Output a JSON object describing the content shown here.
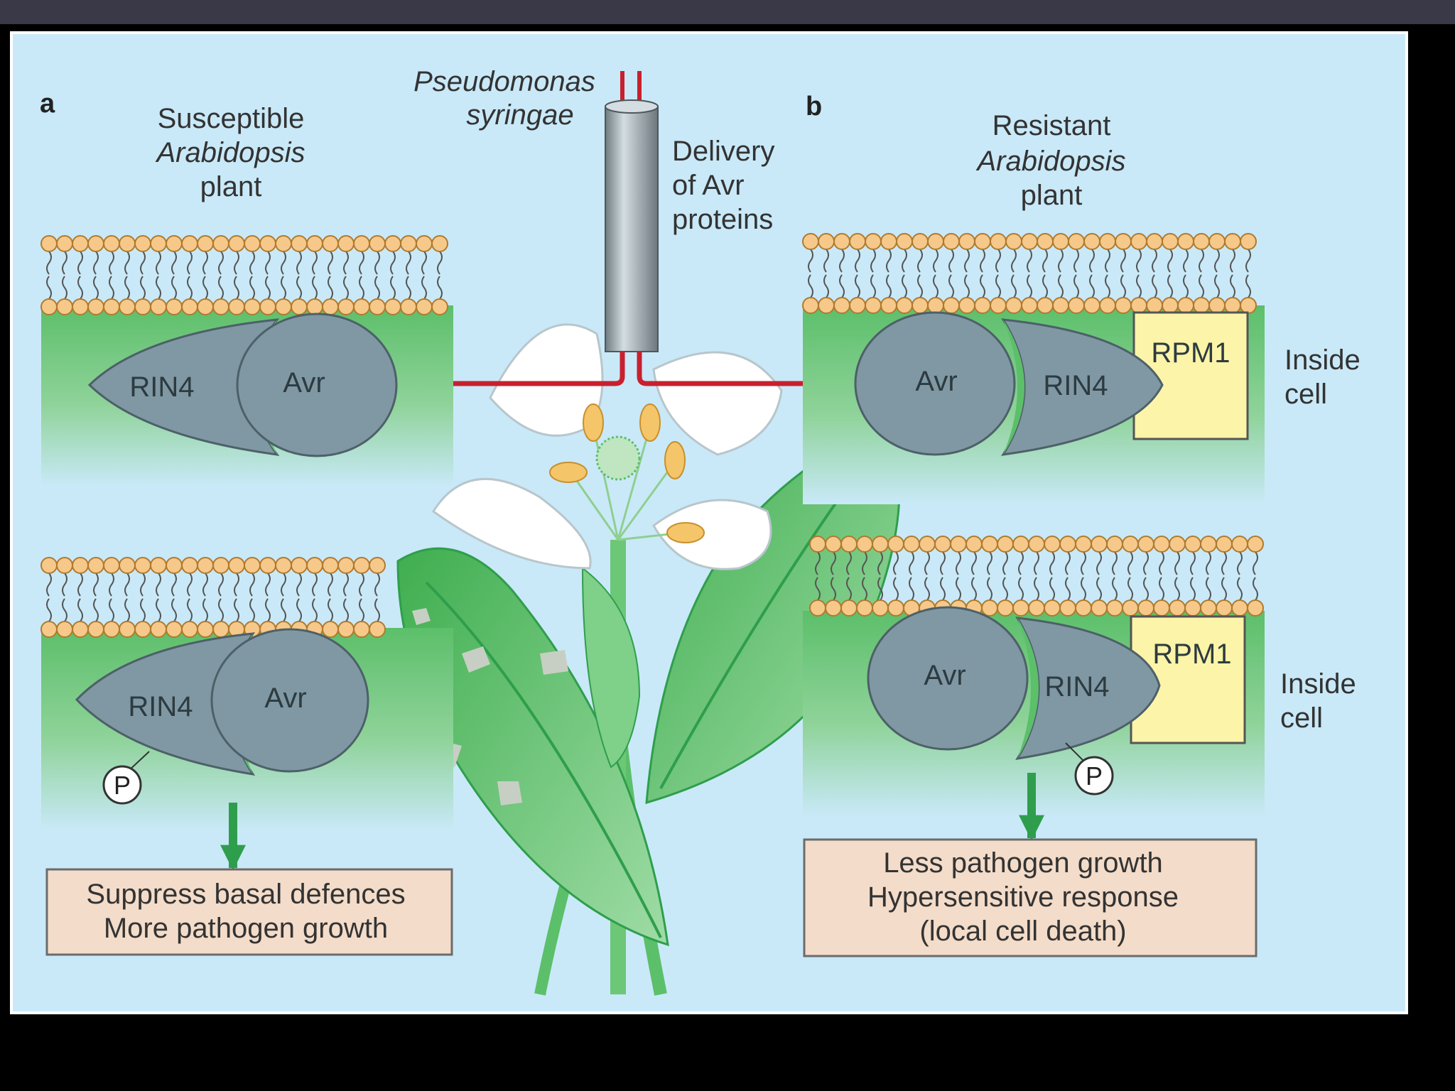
{
  "panel_a": {
    "letter": "a",
    "title_line1": "Susceptible",
    "title_line2": "Arabidopsis",
    "title_line3": "plant",
    "top_rin4": "RIN4",
    "top_avr": "Avr",
    "bottom_rin4": "RIN4",
    "bottom_avr": "Avr",
    "phospho": "P",
    "outcome_line1": "Suppress basal defences",
    "outcome_line2": "More pathogen growth"
  },
  "center": {
    "pathogen_line1": "Pseudomonas",
    "pathogen_line2": "syringae",
    "delivery_line1": "Delivery",
    "delivery_line2": "of Avr",
    "delivery_line3": "proteins"
  },
  "panel_b": {
    "letter": "b",
    "title_line1": "Resistant",
    "title_line2": "Arabidopsis",
    "title_line3": "plant",
    "top_avr": "Avr",
    "top_rin4": "RIN4",
    "top_rpm1": "RPM1",
    "top_inside_line1": "Inside",
    "top_inside_line2": "cell",
    "bottom_avr": "Avr",
    "bottom_rin4": "RIN4",
    "bottom_rpm1": "RPM1",
    "bottom_inside_line1": "Inside",
    "bottom_inside_line2": "cell",
    "phospho": "P",
    "outcome_line1": "Less pathogen growth",
    "outcome_line2": "Hypersensitive response",
    "outcome_line3": "(local cell death)"
  },
  "colors": {
    "background": "#c9e9f8",
    "membrane_head": "#f6c98a",
    "cytoplasm_green": "#5cbf6a",
    "protein_gray": "#7f98a4",
    "rpm1_yellow": "#fcf4a8",
    "outcome_box": "#f3dcc9",
    "arrow_red": "#c8202e",
    "arrow_green": "#2f9e4c"
  }
}
